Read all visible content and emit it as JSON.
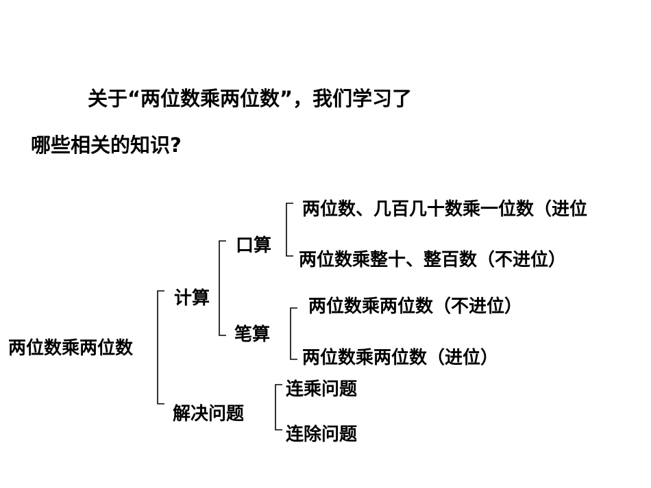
{
  "question": {
    "line1": "关于“两位数乘两位数”，我们学习了",
    "line2": "哪些相关的知识?"
  },
  "tree": {
    "root": "两位数乘两位数",
    "compute": {
      "label": "计算",
      "mental": {
        "label": "口算",
        "items": [
          "两位数、几百几十数乘一位数（进位",
          "两位数乘整十、整百数（不进位）"
        ]
      },
      "written": {
        "label": "笔算",
        "items": [
          "两位数乘两位数（不进位）",
          "两位数乘两位数（进位）"
        ]
      }
    },
    "solve": {
      "label": "解决问题",
      "items": [
        "连乘问题",
        "连除问题"
      ]
    }
  }
}
